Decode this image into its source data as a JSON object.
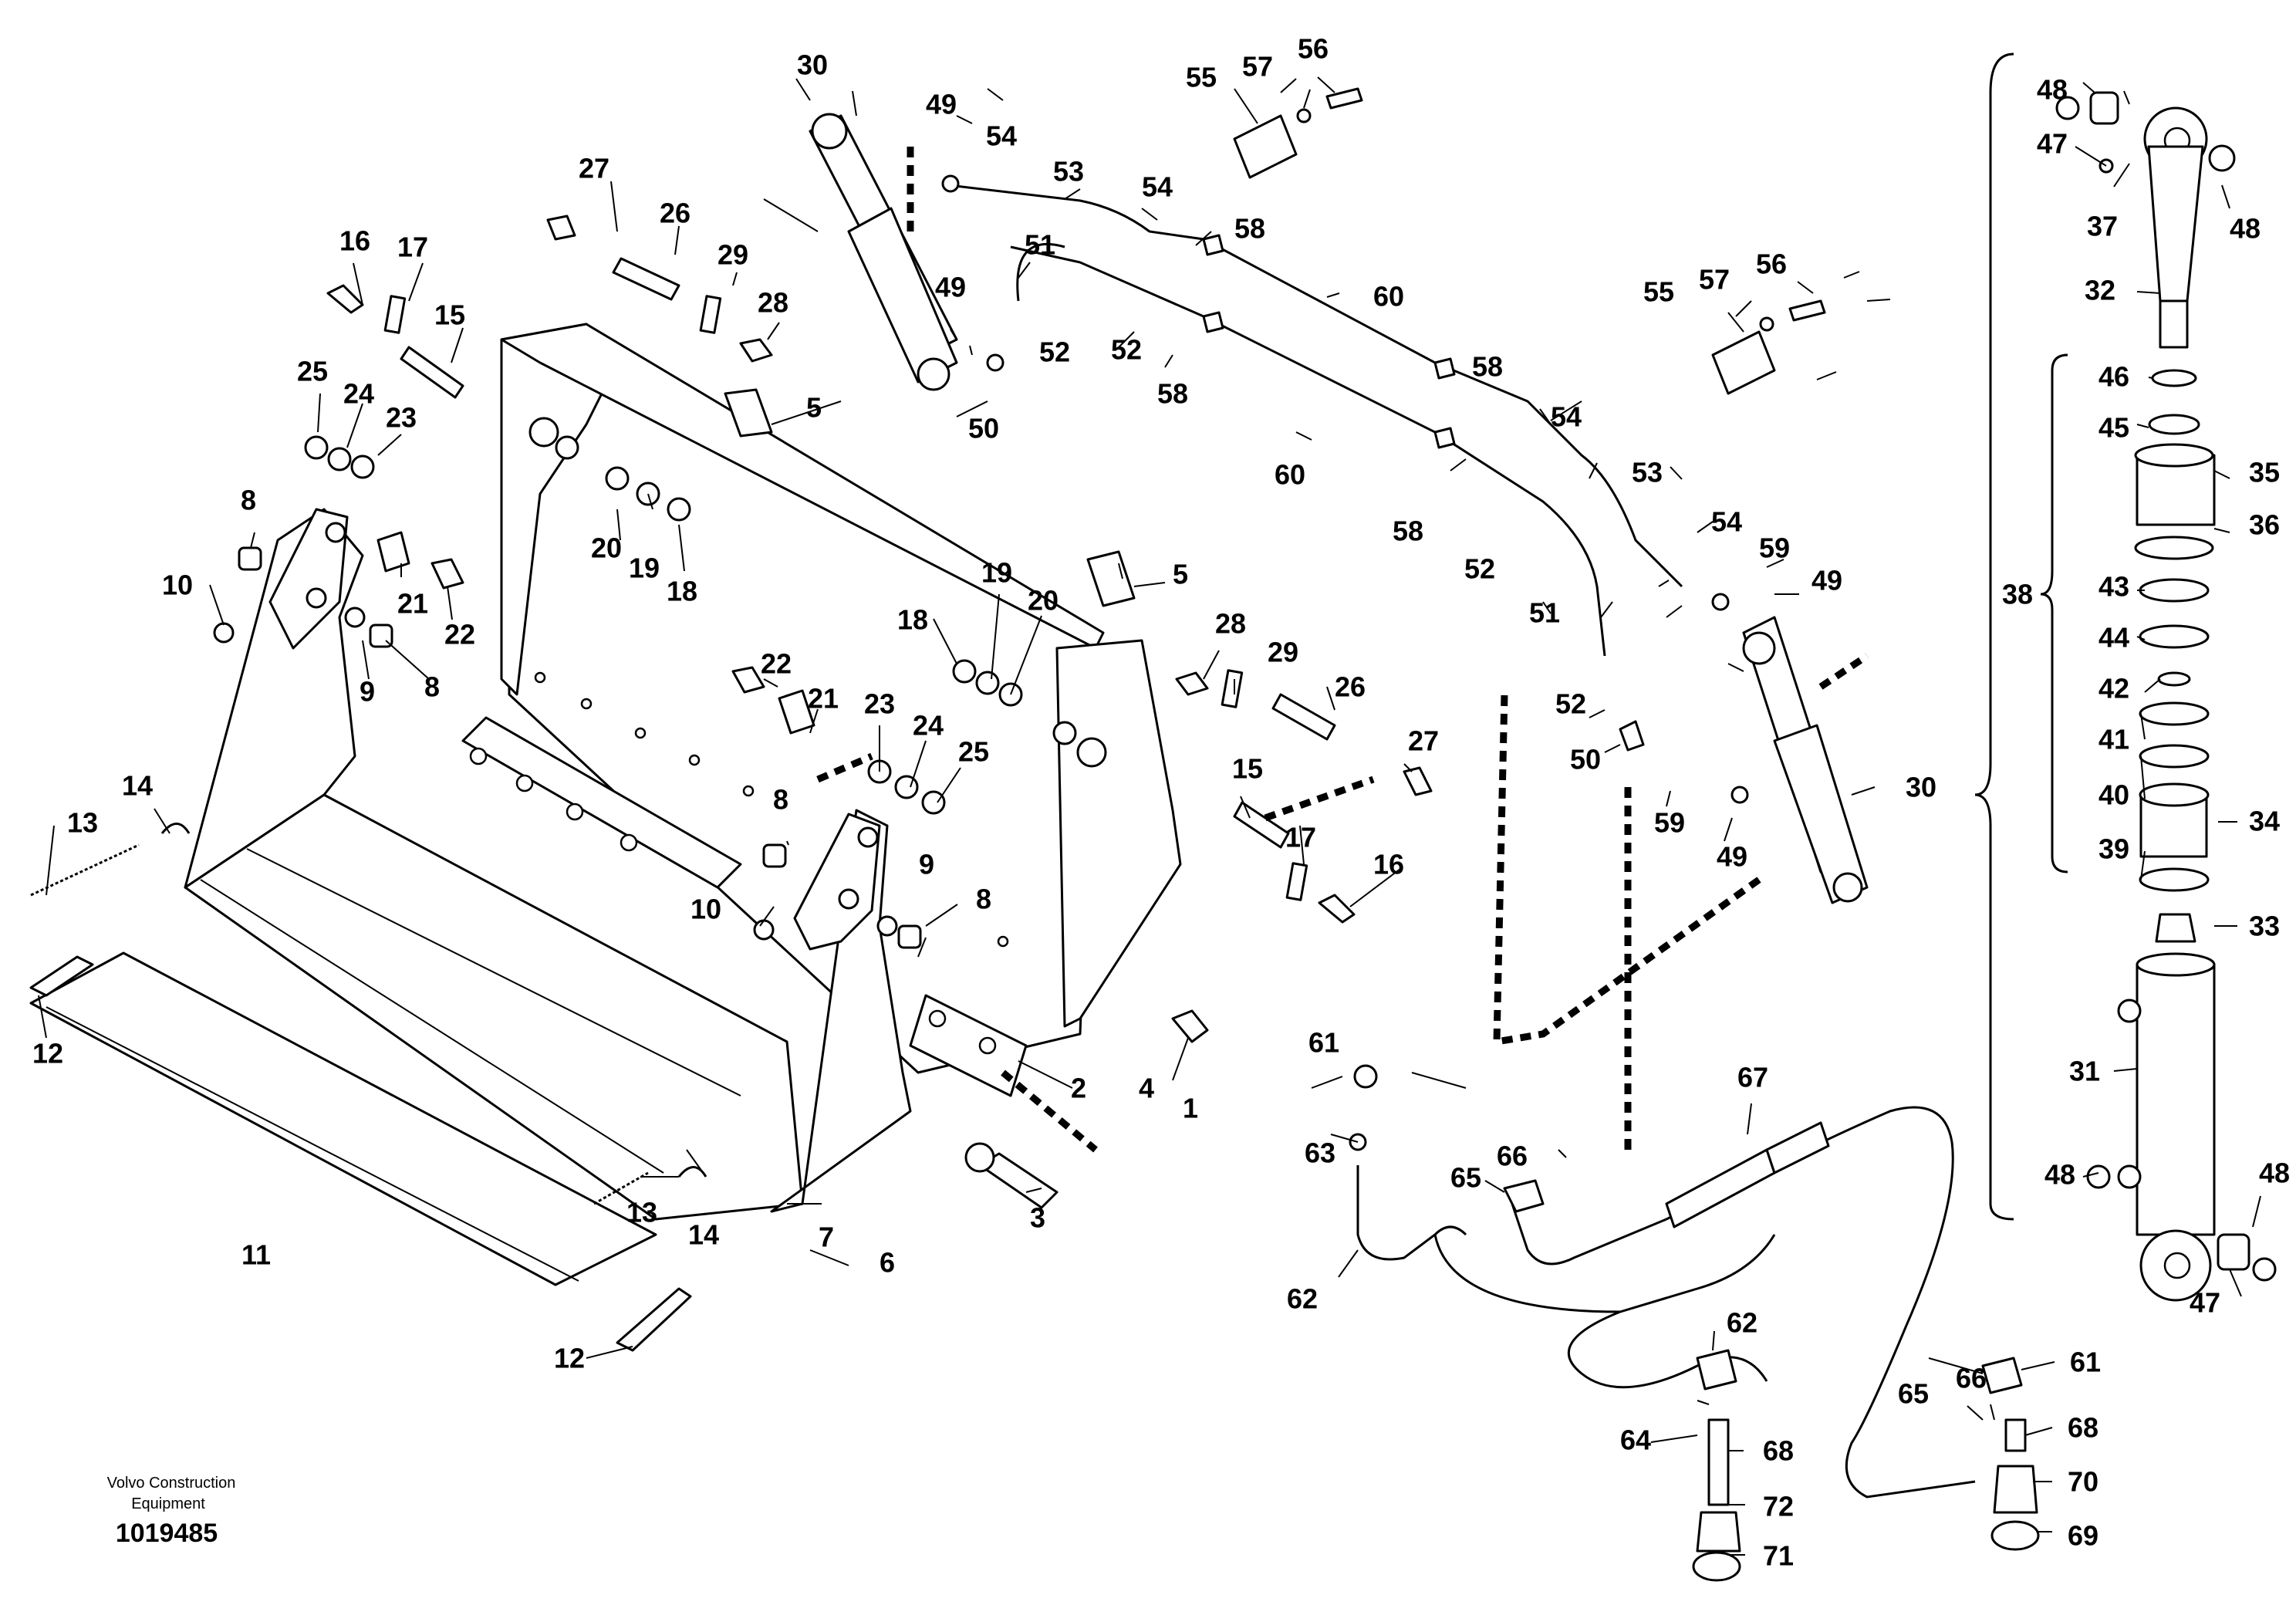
{
  "footer": {
    "company_line1": "Volvo Construction",
    "company_line2": "Equipment",
    "drawing_number": "1019485"
  },
  "callouts": {
    "c1": "1",
    "c2": "2",
    "c3": "3",
    "c4": "4",
    "c5a": "5",
    "c5b": "5",
    "c6": "6",
    "c7": "7",
    "c8a": "8",
    "c8b": "8",
    "c8c": "8",
    "c8d": "8",
    "c9a": "9",
    "c9b": "9",
    "c10a": "10",
    "c10b": "10",
    "c11": "11",
    "c12a": "12",
    "c12b": "12",
    "c13a": "13",
    "c13b": "13",
    "c14a": "14",
    "c14b": "14",
    "c15a": "15",
    "c15b": "15",
    "c16a": "16",
    "c16b": "16",
    "c17a": "17",
    "c17b": "17",
    "c18a": "18",
    "c18b": "18",
    "c19a": "19",
    "c19b": "19",
    "c20a": "20",
    "c20b": "20",
    "c21a": "21",
    "c21b": "21",
    "c22a": "22",
    "c22b": "22",
    "c23a": "23",
    "c23b": "23",
    "c24a": "24",
    "c24b": "24",
    "c25a": "25",
    "c25b": "25",
    "c26a": "26",
    "c26b": "26",
    "c27a": "27",
    "c27b": "27",
    "c28a": "28",
    "c28b": "28",
    "c29a": "29",
    "c29b": "29",
    "c30a": "30",
    "c30b": "30",
    "c31": "31",
    "c32": "32",
    "c33": "33",
    "c34": "34",
    "c35": "35",
    "c36": "36",
    "c37": "37",
    "c38": "38",
    "c39": "39",
    "c40": "40",
    "c41": "41",
    "c42": "42",
    "c43": "43",
    "c44": "44",
    "c45": "45",
    "c46": "46",
    "c47a": "47",
    "c47b": "47",
    "c48a": "48",
    "c48b": "48",
    "c48c": "48",
    "c48d": "48",
    "c49a": "49",
    "c49b": "49",
    "c49c": "49",
    "c49d": "49",
    "c50a": "50",
    "c50b": "50",
    "c51a": "51",
    "c51b": "51",
    "c52a": "52",
    "c52b": "52",
    "c52c": "52",
    "c52d": "52",
    "c53a": "53",
    "c53b": "53",
    "c54a": "54",
    "c54b": "54",
    "c54c": "54",
    "c54d": "54",
    "c55a": "55",
    "c55b": "55",
    "c56a": "56",
    "c56b": "56",
    "c57a": "57",
    "c57b": "57",
    "c58a": "58",
    "c58b": "58",
    "c58c": "58",
    "c58d": "58",
    "c59a": "59",
    "c59b": "59",
    "c60a": "60",
    "c60b": "60",
    "c61a": "61",
    "c61b": "61",
    "c62a": "62",
    "c62b": "62",
    "c63": "63",
    "c64": "64",
    "c65a": "65",
    "c65b": "65",
    "c66a": "66",
    "c66b": "66",
    "c67": "67",
    "c68a": "68",
    "c68b": "68",
    "c69": "69",
    "c70": "70",
    "c71": "71",
    "c72": "72"
  }
}
